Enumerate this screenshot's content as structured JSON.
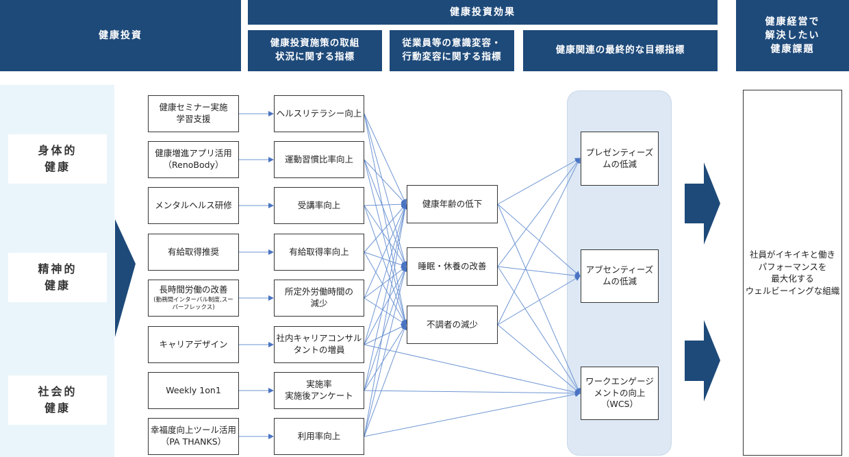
{
  "headers": {
    "investment": "健康投資",
    "effect": "健康投資効果",
    "effect_sub1": "健康投資施策の取組\n状況に関する指標",
    "effect_sub2": "従業員等の意識変容・\n行動変容に関する指標",
    "effect_sub3": "健康関連の最終的な目標指標",
    "issue": "健康経営で\n解決したい\n健康課題"
  },
  "categories": [
    "身体的\n健康",
    "精神的\n健康",
    "社会的\n健康"
  ],
  "measures": [
    {
      "label": "健康セミナー実施\n学習支援",
      "note": ""
    },
    {
      "label": "健康増進アプリ活用\n（RenoBody）",
      "note": ""
    },
    {
      "label": "メンタルヘルス研修",
      "note": ""
    },
    {
      "label": "有給取得推奨",
      "note": ""
    },
    {
      "label": "長時間労働の改善",
      "note": "(勤務間インターバル制度,スー\nパーフレックス)"
    },
    {
      "label": "キャリアデザイン",
      "note": ""
    },
    {
      "label": "Weekly 1on1",
      "note": ""
    },
    {
      "label": "幸福度向上ツール活用\n（PA THANKS）",
      "note": ""
    }
  ],
  "indicators": [
    "ヘルスリテラシー向上",
    "運動習慣比率向上",
    "受講率向上",
    "有給取得率向上",
    "所定外労働時間の\n減少",
    "社内キャリアコンサル\nタントの増員",
    "実施率\n実施後アンケート",
    "利用率向上"
  ],
  "behaviors": [
    "健康年齢の低下",
    "睡眠・休養の改善",
    "不調者の減少"
  ],
  "goals": [
    "プレゼンティーズ\nムの低減",
    "アブセンティーズ\nムの低減",
    "ワークエンゲージ\nメントの向上\n（WCS）"
  ],
  "final_issue": "社員がイキイキと働き\nパフォーマンスを\n最大化する\nウェルビーイングな組織",
  "colors": {
    "header": "#1e4a7a",
    "line": "#6e95d3",
    "panel": "#eaf5fb",
    "goal_panel": "#dde8f4"
  }
}
